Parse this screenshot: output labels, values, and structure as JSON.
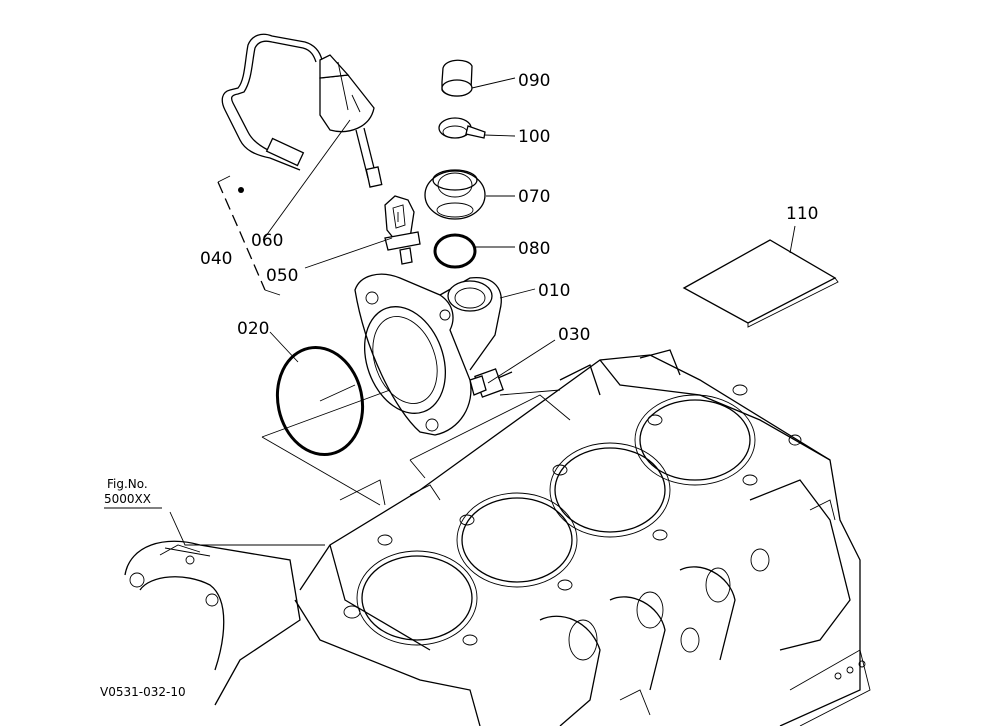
{
  "parts": [
    {
      "id": "p010",
      "label": "010"
    },
    {
      "id": "p020",
      "label": "020"
    },
    {
      "id": "p030",
      "label": "030"
    },
    {
      "id": "p040",
      "label": "040"
    },
    {
      "id": "p050",
      "label": "050"
    },
    {
      "id": "p060",
      "label": "060"
    },
    {
      "id": "p070",
      "label": "070"
    },
    {
      "id": "p080",
      "label": "080"
    },
    {
      "id": "p090",
      "label": "090"
    },
    {
      "id": "p100",
      "label": "100"
    },
    {
      "id": "p110",
      "label": "110"
    }
  ],
  "reference": {
    "line1": "Fig.No.",
    "line2": "5000XX"
  },
  "drawing_code": "V0531-032-10"
}
